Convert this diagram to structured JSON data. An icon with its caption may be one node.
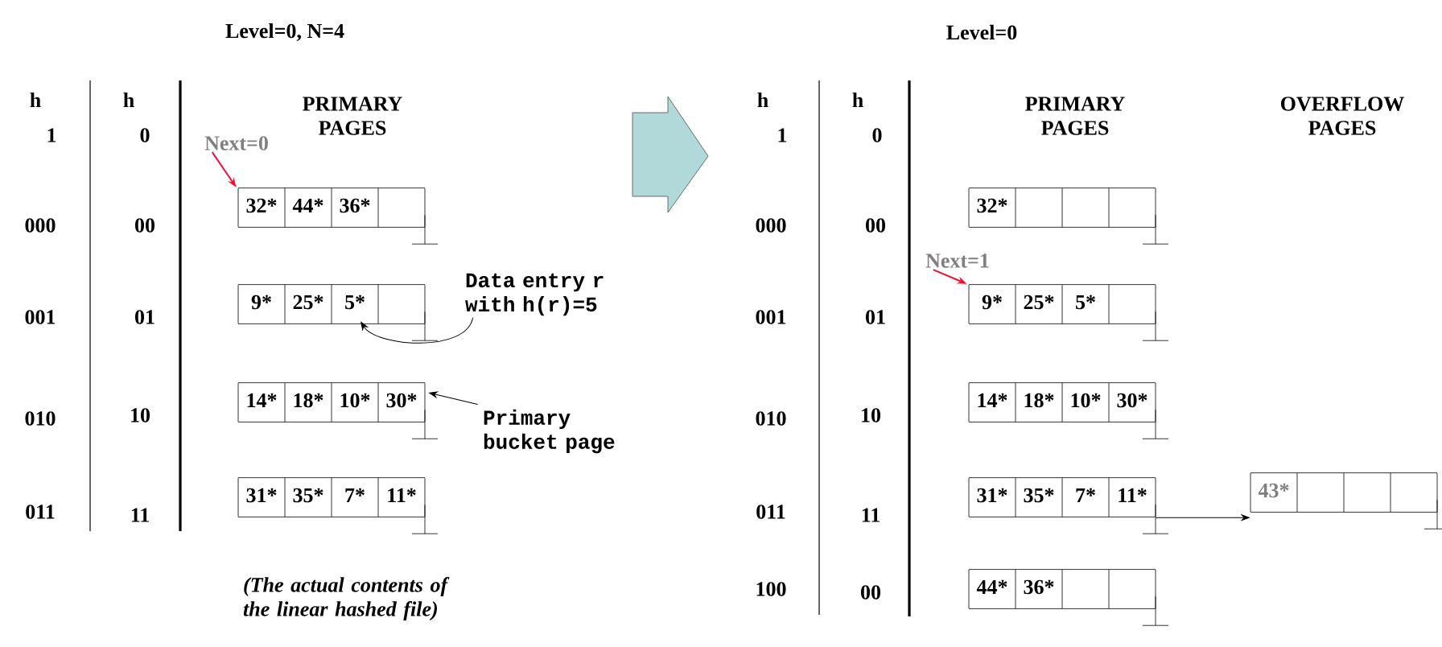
{
  "diagram": {
    "nodes": [
      {
        "text": [
          "32*",
          "44*",
          "36*"
        ]
      },
      {
        "text": [
          "9*",
          "25*",
          "5*"
        ]
      },
      {
        "text": [
          "14*",
          "18*",
          "10*",
          "30*"
        ]
      },
      {
        "text": [
          "31*",
          "35*",
          "7*",
          "11*"
        ]
      },
      {
        "text": [
          "Next=0"
        ]
      },
      {
        "text": [
          "Data entry r with h(r)=5"
        ]
      },
      {
        "text": [
          "Primary bucket page"
        ]
      },
      {
        "text": [
          "32*"
        ]
      },
      {
        "text": [
          "9*",
          "25*",
          "5*"
        ]
      },
      {
        "text": [
          "14*",
          "18*",
          "10*",
          "30*"
        ]
      },
      {
        "text": [
          "31*",
          "35*",
          "7*",
          "11*"
        ]
      },
      {
        "text": [
          "44*",
          "36*"
        ]
      },
      {
        "text": [
          "43*"
        ]
      },
      {
        "text": [
          "Next=1"
        ]
      }
    ],
    "edges": [
      {
        "from": 4,
        "to": 0,
        "arrow": "to",
        "color": "#ee1133"
      },
      {
        "from": 5,
        "to": 1,
        "arrow": "to"
      },
      {
        "from": 6,
        "to": 2,
        "arrow": "to"
      },
      {
        "from": 10,
        "to": 12,
        "arrow": "to"
      },
      {
        "from": 13,
        "to": 8,
        "arrow": "to",
        "color": "#ee1133"
      }
    ],
    "labels": [
      "Level=0, N=4",
      "h",
      "1",
      "h",
      "0",
      "PRIMARY PAGES",
      "000",
      "00",
      "001",
      "01",
      "010",
      "10",
      "011",
      "11",
      "(The actual contents of the linear hashed file)",
      "Level=0",
      "h",
      "1",
      "h",
      "0",
      "PRIMARY PAGES",
      "OVERFLOW PAGES",
      "000",
      "00",
      "001",
      "01",
      "010",
      "10",
      "011",
      "11",
      "100",
      "00"
    ]
  }
}
